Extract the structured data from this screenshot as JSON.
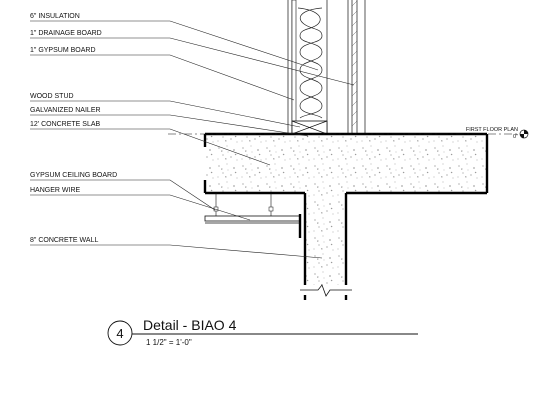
{
  "labels": {
    "insulation": "6\" INSULATION",
    "drainage_board": "1\" DRAINAGE BOARD",
    "gypsum_board": "1\" GYPSUM BOARD",
    "wood_stud": "WOOD STUD",
    "galvanized_nailer": "GALVANIZED NAILER",
    "concrete_slab": "12' CONCRETE SLAB",
    "gypsum_ceiling_board": "GYPSUM CEILING BOARD",
    "hanger_wire": "HANGER WIRE",
    "concrete_wall": "8\" CONCRETE WALL"
  },
  "level_marker": {
    "name": "FIRST FLOOR PLAN",
    "elevation": "0\""
  },
  "detail": {
    "number": "4",
    "title": "Detail - BIAO 4",
    "scale": "1 1/2\" = 1'-0\""
  }
}
